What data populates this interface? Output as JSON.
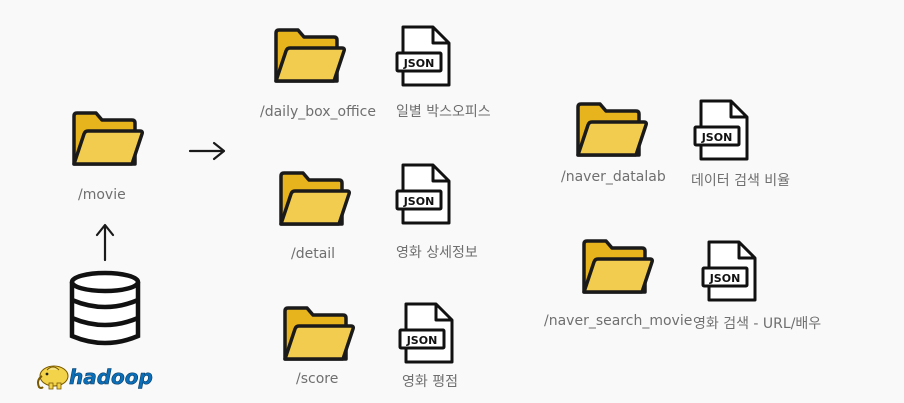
{
  "root": {
    "folder": "/movie"
  },
  "arrows": {
    "right": "→",
    "up": "↑"
  },
  "logo": {
    "text": "hadoop"
  },
  "json_label": "JSON",
  "colors": {
    "folder_back": "#E8B41D",
    "folder_front": "#F2CC4E",
    "outline": "#1a1a1a",
    "label": "#6f6f6f"
  },
  "items": [
    {
      "folder": "/daily_box_office",
      "file": "일별 박스오피스"
    },
    {
      "folder": "/detail",
      "file": "영화 상세정보"
    },
    {
      "folder": "/score",
      "file": "영화 평점"
    },
    {
      "folder": "/naver_datalab",
      "file": "데이터 검색 비율"
    },
    {
      "folder": "/naver_search_movie",
      "file": "영화 검색 - URL/배우"
    }
  ]
}
